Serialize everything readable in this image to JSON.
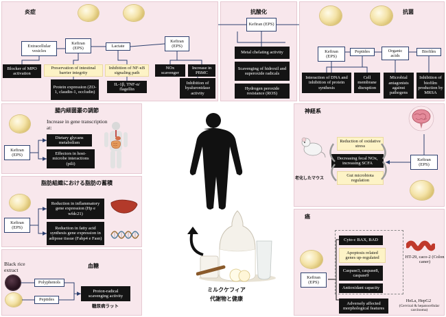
{
  "panels": {
    "inflammation": {
      "title": "炎症",
      "kefiran_ev": "Kefiran (EPS)",
      "kefiran_lac": "Kefiran (EPS)",
      "extracellular": "Extracellular vesicles",
      "lactate": "Lactate",
      "blocker": "Blocker of MPO activation",
      "preservation": "Preservation of intestinal barrier integrity",
      "protein_expr": "Protein expression (ZO-1, claudin-1, occludin)",
      "nfkb": "Inhibition of NF-κB signaling path",
      "cytokines": "IL-1β, TNF-α/ flagellin",
      "nox": "NOx scavenger",
      "pbmc": "Increase in PBMC",
      "hyal": "Inhibition of hyaluronidase activity"
    },
    "antioxidant": {
      "title": "抗酸化",
      "kefiran": "Kefiran (EPS)",
      "metal": "Metal chelating activity",
      "scavenging": "Scavenging of hidroxil and superoxide radicals",
      "peroxide": "Hydrogen peroxide resistance (ROS)"
    },
    "antibacterial": {
      "title": "抗菌",
      "kefiran": "Kefiran (EPS)",
      "peptides": "Peptides",
      "organic": "Organic acids",
      "biofilm": "Biofilm",
      "dna": "Interaction of DNA and inhibition of protein synthesis",
      "membrane": "Cell membrane disruption",
      "microbial": "Microbial antagonists against pathogens",
      "inhibition_biofilm": "Inhibition of biofilm production by MRSA"
    },
    "gut": {
      "title": "腸内細菌叢の調節",
      "kefiran": "Kefiran (EPS)",
      "increase": "Increase in gene transcription at:",
      "dietary": "Dietary glycans metabolism",
      "effectors": "Effectors in host-microbe interactions (pili)"
    },
    "fat": {
      "title": "脂肪組織における脂肪の蓄積",
      "kefiran": "Kefiran (EPS)",
      "reduction_inflam": "Reduction in inflammatory gene expression (Hp e wfdc21)",
      "reduction_fatty": "Reduction in fatty acid synthesis gene expression in adipose tissue (Fabp4 e Fasn)"
    },
    "blood": {
      "title": "血糖",
      "black_rice": "Black rice extract",
      "polyphenols": "Polyphenols",
      "peptides": "Peptides",
      "proton": "Proton-radical scavenging activity",
      "rats": "糖尿病ラット"
    },
    "neuro": {
      "title": "神経系",
      "reduction_ox": "Reduction of oxidative stress",
      "decreasing": "Decreasing fecal NOx, increasing SCFA",
      "gut_reg": "Gut microbiota regulation",
      "kefiran": "Kefiran (EPS)",
      "mice": "老化したマウス"
    },
    "cancer": {
      "title": "癌",
      "kefiran": "Kefiran (EPS)",
      "cyto": "Cyto-c BAX, BAD",
      "apoptosis": "Apoptosis related genes up-regulated",
      "caspase": "Caspase3, caspase8, caspase9",
      "antioxidant": "Antioxidant capacity",
      "ht29": "HT-29, caco-2 (Colon caner)",
      "adverse": "Adversely affected morphological features",
      "hela": "HeLa, HepG2",
      "hela_sub": "(Cervical & hepatocellular carcinoma)"
    }
  },
  "center": {
    "caption_line1": "ミルクケフィア",
    "caption_line2": "代謝物と健康"
  },
  "colors": {
    "panel_bg": "#f8e7ec",
    "box_border": "#2c3f6e",
    "highlight": "#fdf3c6",
    "dark_box": "#141414"
  }
}
